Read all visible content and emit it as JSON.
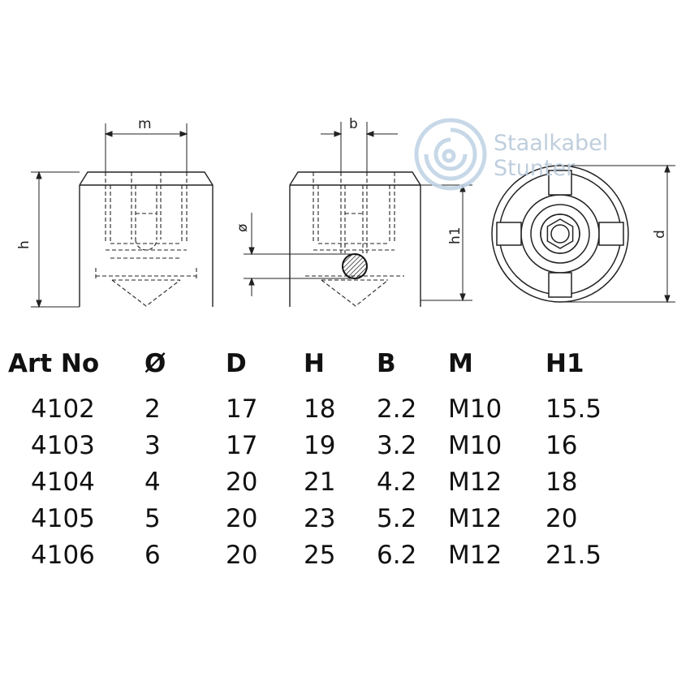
{
  "drawing": {
    "labels": {
      "m": "m",
      "b": "b",
      "h": "h",
      "phi": "ø",
      "h1": "h1",
      "d": "d"
    },
    "watermark": {
      "line1": "Staalkabel",
      "line2": "Stunter"
    }
  },
  "table": {
    "headers": [
      "Art No",
      "Ø",
      "D",
      "H",
      "B",
      "M",
      "H1"
    ],
    "rows": [
      [
        "4102",
        "2",
        "17",
        "18",
        "2.2",
        "M10",
        "15.5"
      ],
      [
        "4103",
        "3",
        "17",
        "19",
        "3.2",
        "M10",
        "16"
      ],
      [
        "4104",
        "4",
        "20",
        "21",
        "4.2",
        "M12",
        "18"
      ],
      [
        "4105",
        "5",
        "20",
        "23",
        "5.2",
        "M12",
        "20"
      ],
      [
        "4106",
        "6",
        "20",
        "25",
        "6.2",
        "M12",
        "21.5"
      ]
    ]
  }
}
